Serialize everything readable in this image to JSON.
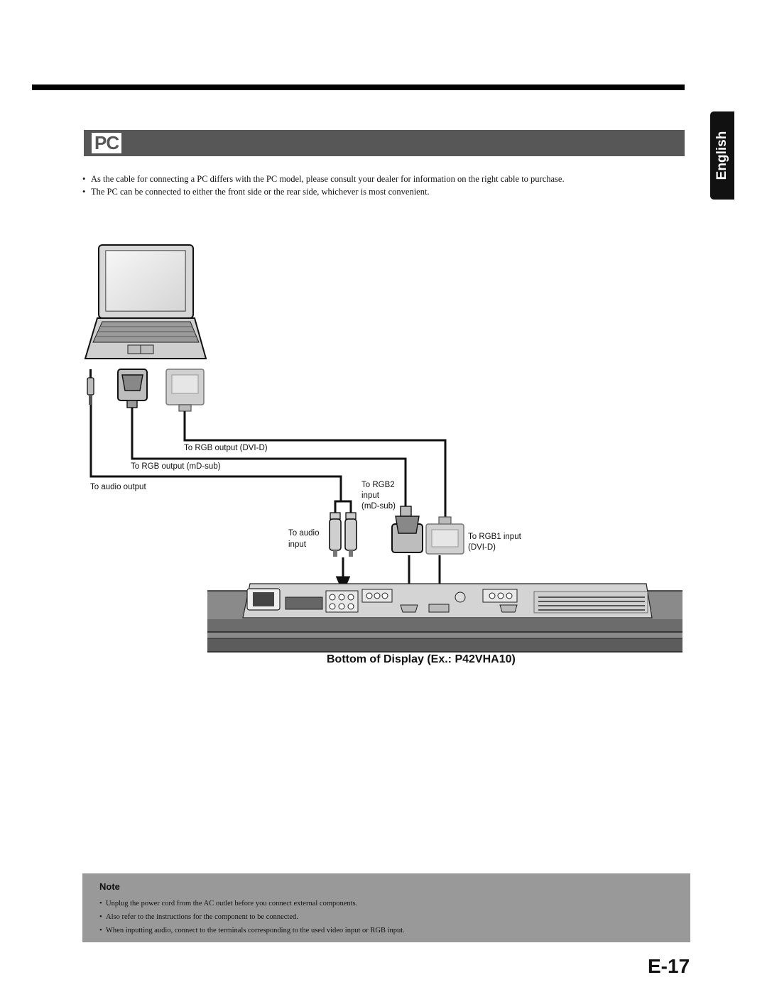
{
  "section": {
    "label": "PC"
  },
  "language_tab": {
    "label": "English"
  },
  "intro_bullets": [
    "As the cable for connecting a PC differs with the PC model, please consult your dealer for information on the right cable to purchase.",
    "The PC can be connected to either the front side or the rear side, whichever is most convenient."
  ],
  "diagram": {
    "labels": {
      "rgb_output_dvi": "To RGB output (DVI-D)",
      "rgb_output_mdsub": "To RGB output (mD-sub)",
      "audio_output": "To audio output",
      "rgb2_line1": "To RGB2",
      "rgb2_line2": "input",
      "rgb2_line3": "(mD-sub)",
      "audio_input_line1": "To audio",
      "audio_input_line2": "input",
      "rgb1_line1": "To RGB1 input",
      "rgb1_line2": "(DVI-D)"
    },
    "caption": "Bottom of Display (Ex.: P42VHA10)"
  },
  "note": {
    "title": "Note",
    "items": [
      "Unplug the power cord from the AC outlet before you connect external components.",
      "Also refer to the instructions for the component to be connected.",
      "When inputting audio, connect to the terminals corresponding to the used video input or RGB input."
    ]
  },
  "page_number": "E-17",
  "colors": {
    "section_bar": "#575757",
    "note_box": "#999999",
    "tab": "#111111"
  }
}
